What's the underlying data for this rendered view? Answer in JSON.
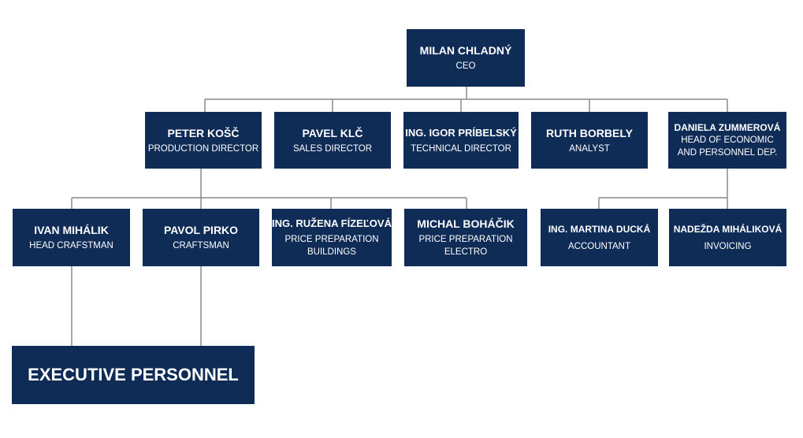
{
  "org": {
    "ceo": {
      "name": "MILAN CHLADNÝ",
      "role": "CEO"
    },
    "directors": [
      {
        "name": "PETER KOŠČ",
        "role": "PRODUCTION DIRECTOR"
      },
      {
        "name": "PAVEL KLČ",
        "role": "SALES DIRECTOR"
      },
      {
        "name": "ING. IGOR PRÍBELSKÝ",
        "role": "TECHNICAL DIRECTOR"
      },
      {
        "name": "RUTH BORBELY",
        "role": "ANALYST"
      },
      {
        "name": "DANIELA ZUMMEROVÁ",
        "role": "HEAD OF ECONOMIC\nAND PERSONNEL DEP."
      }
    ],
    "production_staff": [
      {
        "name": "IVAN MIHÁLIK",
        "role": "HEAD CRAFSTMAN"
      },
      {
        "name": "PAVOL PIRKO",
        "role": "CRAFTSMAN"
      },
      {
        "name": "ING. RUŽENA FÍZEĽOVÁ",
        "role": "PRICE PREPARATION\nBUILDINGS"
      },
      {
        "name": "MICHAL BOHÁČIK",
        "role": "PRICE PREPARATION\nELECTRO"
      }
    ],
    "economic_staff": [
      {
        "name": "ING. MARTINA DUCKÁ",
        "role": "ACCOUNTANT"
      },
      {
        "name": "NADEŽDA MIHÁLIKOVÁ",
        "role": "INVOICING"
      }
    ],
    "executive": {
      "label": "EXECUTIVE PERSONNEL"
    }
  },
  "colors": {
    "box": "#0f2c57",
    "line": "#8a8a8a",
    "text": "#ffffff"
  }
}
